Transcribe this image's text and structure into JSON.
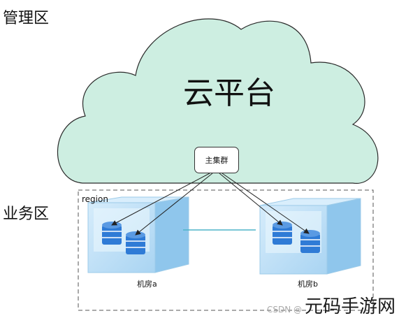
{
  "zones": {
    "management": "管理区",
    "business": "业务区"
  },
  "cloud": {
    "title": "云平台",
    "node": "主集群"
  },
  "region": {
    "label": "region"
  },
  "rooms": [
    {
      "label": "机房a"
    },
    {
      "label": "机房b"
    }
  ],
  "watermark": {
    "small": "CSDN @",
    "big": "元码手游网"
  },
  "colors": {
    "cloud_fill": "#cdeee1",
    "cloud_stroke": "#2a2a2a",
    "room_face": "#b7dcf5",
    "db_blue": "#2f7bd6",
    "link_color": "#4fb3c8"
  }
}
